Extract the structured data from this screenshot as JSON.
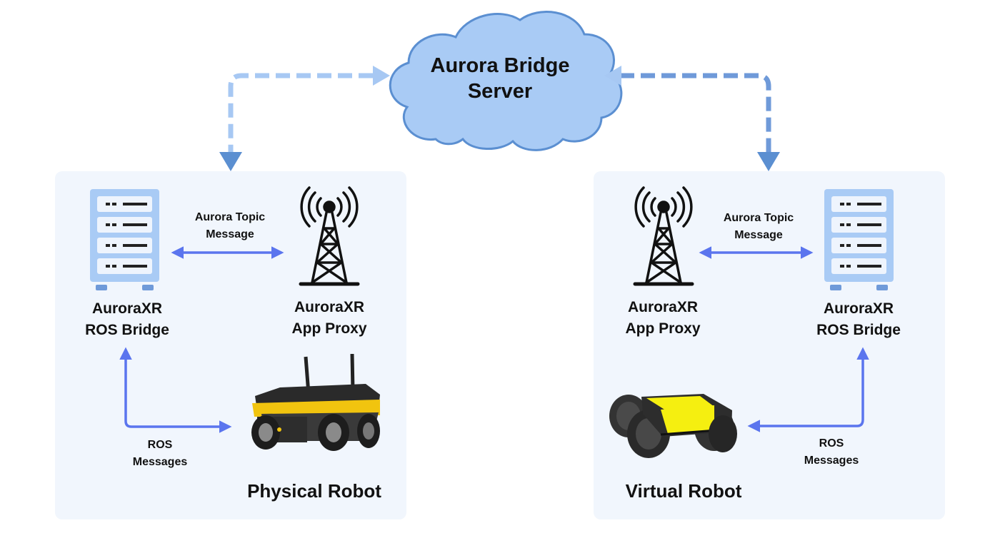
{
  "cloud": {
    "line1": "Aurora Bridge",
    "line2": "Server"
  },
  "left_panel": {
    "title": "Physical Robot",
    "ros_bridge": {
      "line1": "AuroraXR",
      "line2": "ROS Bridge"
    },
    "app_proxy": {
      "line1": "AuroraXR",
      "line2": "App Proxy"
    },
    "topic_message": {
      "line1": "Aurora Topic",
      "line2": "Message"
    },
    "ros_messages": {
      "line1": "ROS",
      "line2": "Messages"
    }
  },
  "right_panel": {
    "title": "Virtual Robot",
    "ros_bridge": {
      "line1": "AuroraXR",
      "line2": "ROS Bridge"
    },
    "app_proxy": {
      "line1": "AuroraXR",
      "line2": "App Proxy"
    },
    "topic_message": {
      "line1": "Aurora Topic",
      "line2": "Message"
    },
    "ros_messages": {
      "line1": "ROS",
      "line2": "Messages"
    }
  },
  "colors": {
    "panel_bg": "#f1f6fd",
    "cloud_fill": "#a9cbf5",
    "cloud_stroke": "#5b8fd1",
    "dashed_left": "#a7c8f3",
    "dashed_right": "#6f9ad9",
    "arrow_blue": "#5b75ee",
    "server_fill": "#a9cbf5",
    "robot_yellow": "#f1c40f",
    "virtual_yellow": "#f5ef10"
  }
}
